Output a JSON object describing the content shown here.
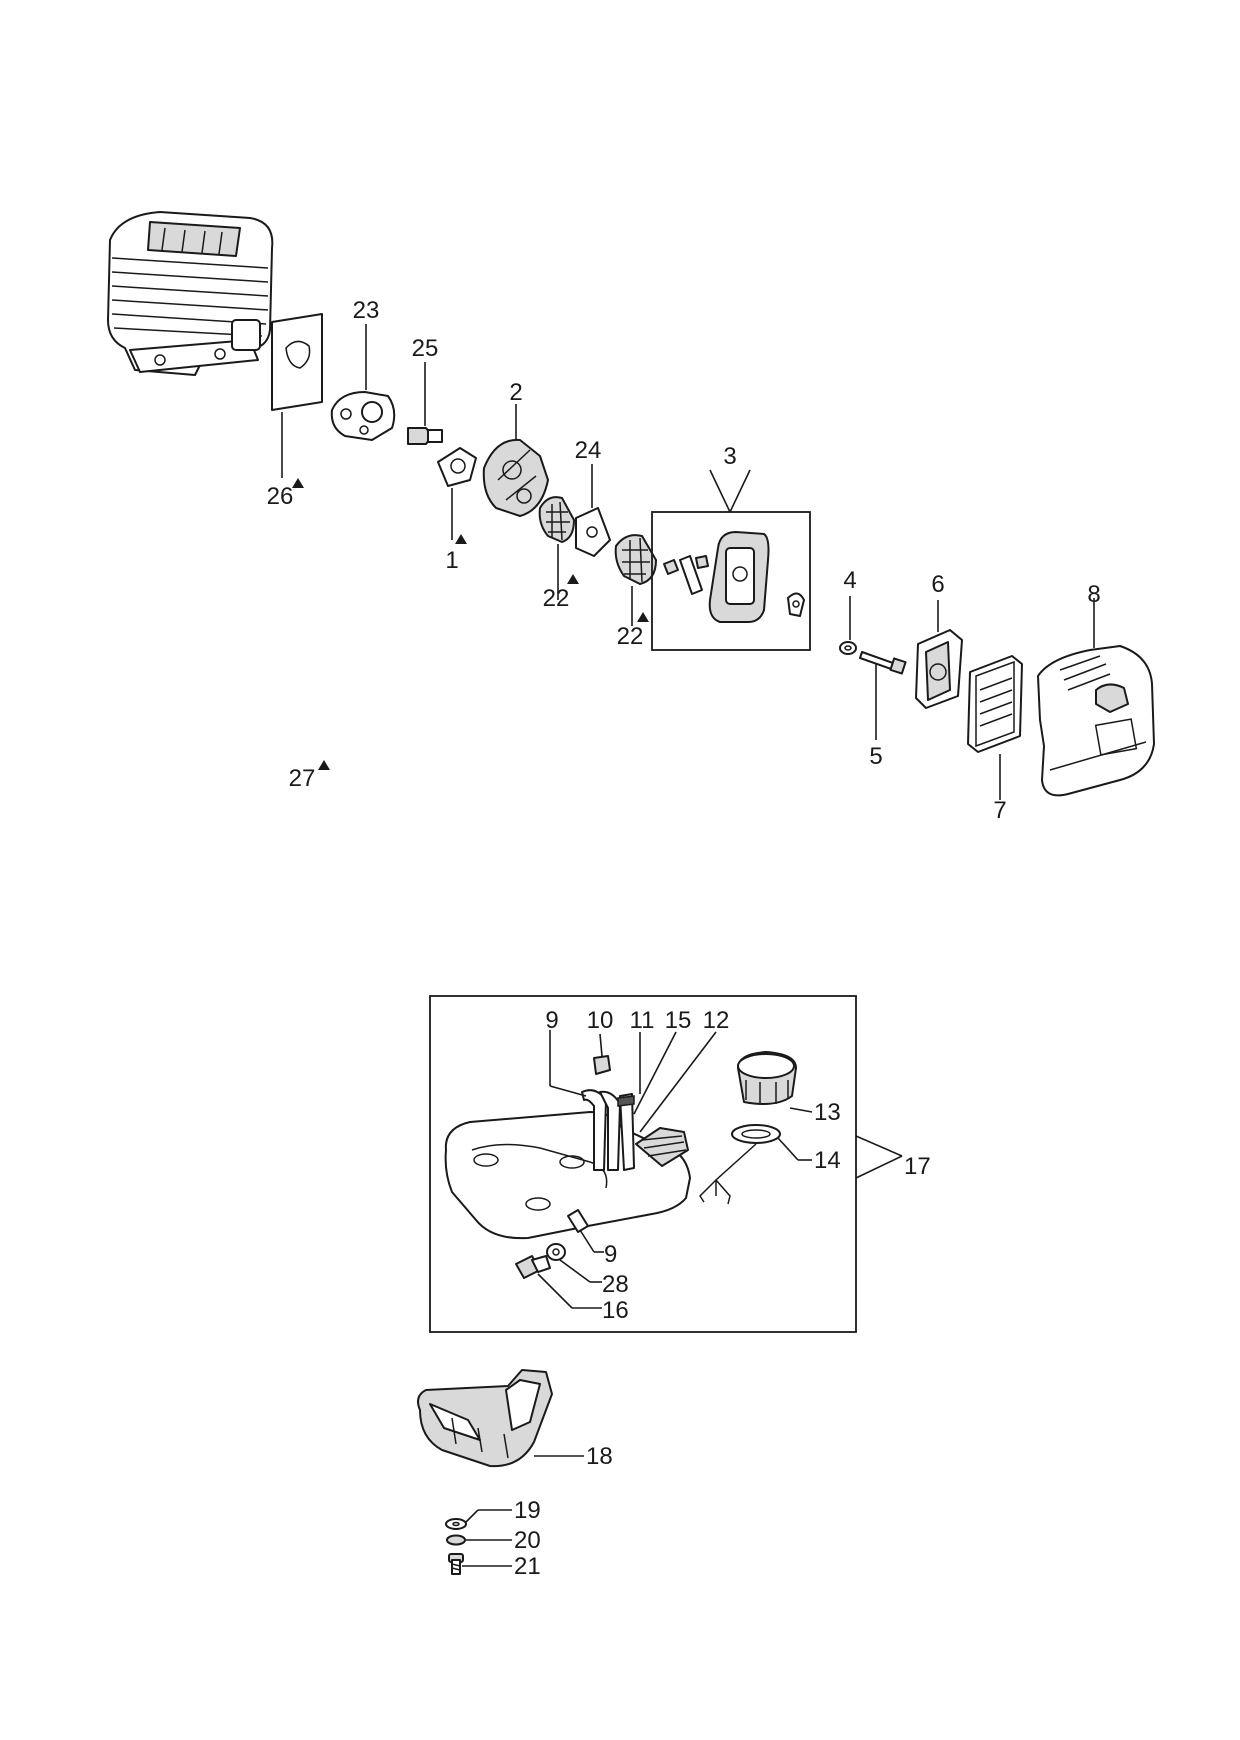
{
  "callouts": {
    "c1": "1",
    "c2": "2",
    "c3": "3",
    "c4": "4",
    "c5": "5",
    "c6": "6",
    "c7": "7",
    "c8": "8",
    "c9a": "9",
    "c9b": "9",
    "c10": "10",
    "c11": "11",
    "c12": "12",
    "c13": "13",
    "c14": "14",
    "c15": "15",
    "c16": "16",
    "c17": "17",
    "c18": "18",
    "c19": "19",
    "c20": "20",
    "c21": "21",
    "c22a": "22",
    "c22b": "22",
    "c23": "23",
    "c24": "24",
    "c25": "25",
    "c26": "26",
    "c27": "27",
    "c28": "28"
  },
  "colors": {
    "line": "#1a1a1a",
    "fill_light": "#d9d9d9",
    "fill_dark": "#555555",
    "background": "#ffffff"
  }
}
